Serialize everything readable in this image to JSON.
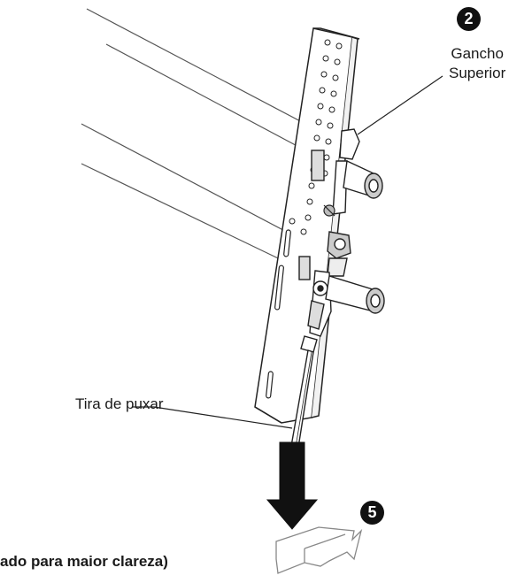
{
  "callouts": {
    "upper_hook": {
      "number": "2",
      "label_line1": "Gancho",
      "label_line2": "Superior"
    },
    "pull_strap": {
      "label": "Tira de puxar"
    },
    "step_five": {
      "number": "5"
    }
  },
  "caption": {
    "text": "ado para maior clareza)"
  },
  "colors": {
    "line": "#2a2a2a",
    "arrow": "#111111",
    "badge": "#111111"
  }
}
